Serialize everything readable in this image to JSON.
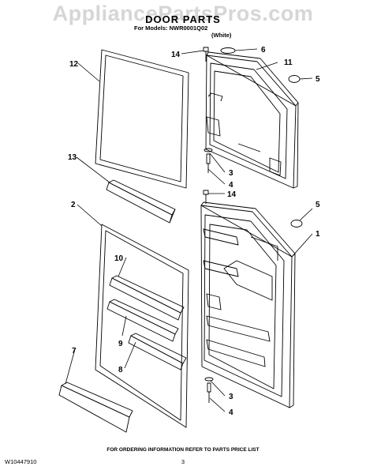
{
  "watermark": "AppliancePartsPros.com",
  "header": {
    "title": "DOOR PARTS",
    "models_line": "For Models: NWR0001Q02",
    "color_line": "(White)"
  },
  "callouts": {
    "p1": "1",
    "p2": "2",
    "p3a": "3",
    "p3b": "3",
    "p4a": "4",
    "p4b": "4",
    "p5a": "5",
    "p5b": "5",
    "p6": "6",
    "p7": "7",
    "p8": "8",
    "p9": "9",
    "p10": "10",
    "p11": "11",
    "p12": "12",
    "p13": "13",
    "p14a": "14",
    "p14b": "14"
  },
  "footer": {
    "doc_number": "W10447910",
    "ordering_info": "FOR ORDERING INFORMATION REFER TO PARTS PRICE LIST",
    "page_number": "3"
  }
}
